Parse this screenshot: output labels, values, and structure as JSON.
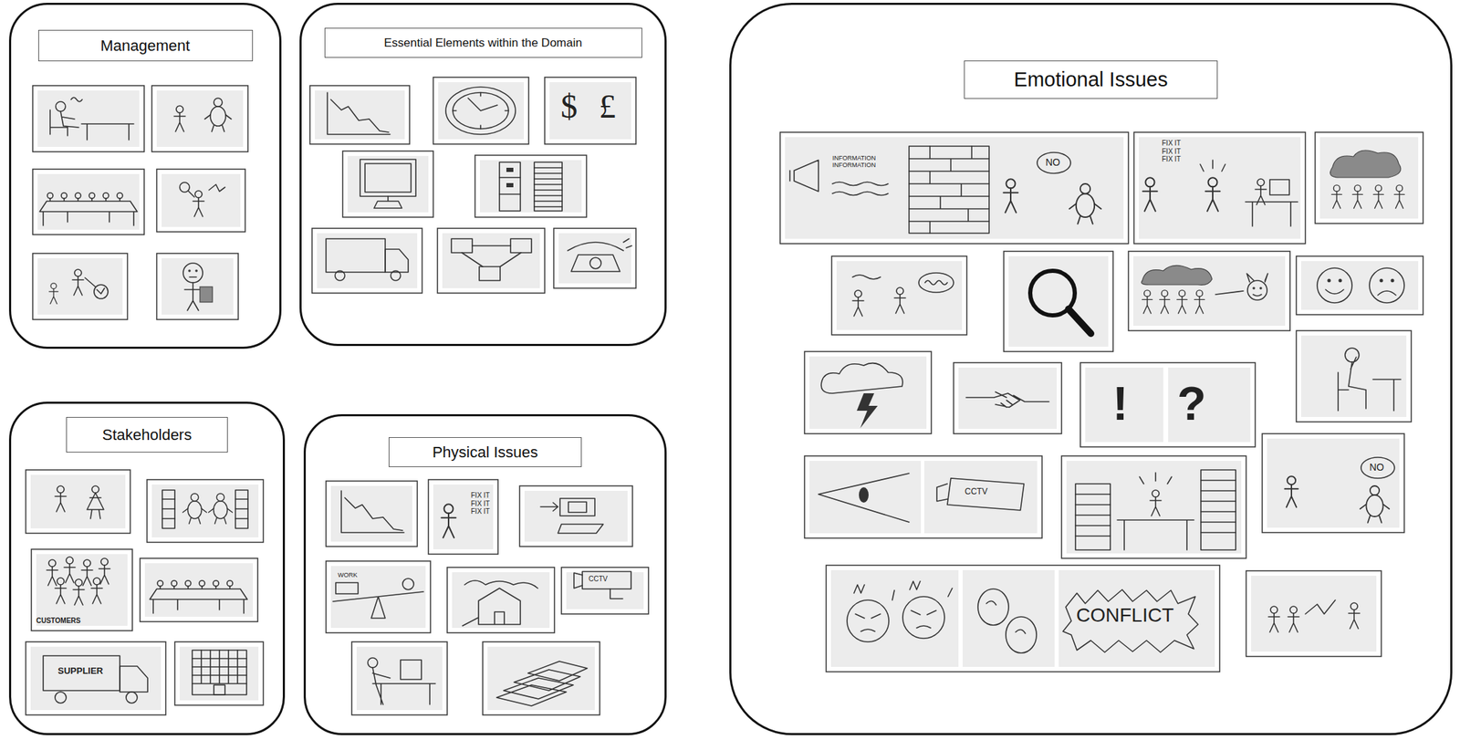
{
  "diagram": {
    "nodes": [
      {
        "text": [
          "Management"
        ]
      },
      {
        "text": [
          "Essential Elements within the Domain"
        ]
      },
      {
        "text": [
          "Stakeholders"
        ]
      },
      {
        "text": [
          "Physical Issues"
        ]
      },
      {
        "text": [
          "Emotional Issues"
        ]
      }
    ],
    "labels": [
      "$",
      "£",
      "CUSTOMERS",
      "SUPPLIER",
      "FIX IT FIX IT FIX IT",
      "WORK",
      "CCTV",
      "INFORMATION INFORMATION",
      "NO",
      "FIX IT FIX IT FIX IT",
      "!",
      "?",
      "CCTV",
      "NO",
      "CONFLICT"
    ]
  }
}
